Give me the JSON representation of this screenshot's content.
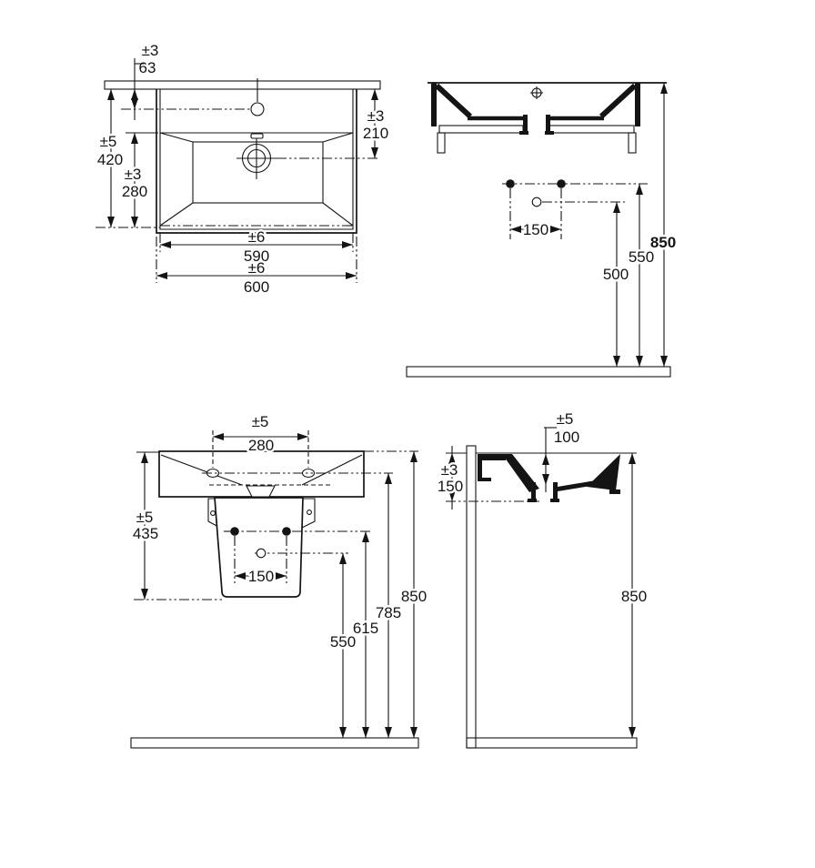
{
  "colors": {
    "ink": "#141414",
    "paper": "#ffffff"
  },
  "views": {
    "plan": {
      "dims": {
        "d63": {
          "tol": "±3",
          "val": "63"
        },
        "d420": {
          "tol": "±5",
          "val": "420"
        },
        "d280": {
          "tol": "±3",
          "val": "280"
        },
        "d210": {
          "tol": "±3",
          "val": "210"
        },
        "d590": {
          "tol": "±6",
          "val": "590"
        },
        "d600": {
          "tol": "±6",
          "val": "600"
        }
      }
    },
    "front": {
      "dims": {
        "d150": "150",
        "d500": "500",
        "d550": "550",
        "d850": "850"
      }
    },
    "elev": {
      "dims": {
        "d280": {
          "tol": "±5",
          "val": "280"
        },
        "d435": {
          "tol": "±5",
          "val": "435"
        },
        "d150": "150",
        "d550": "550",
        "d615": "615",
        "d785": "785",
        "d850": "850"
      }
    },
    "side": {
      "dims": {
        "d100": {
          "tol": "±5",
          "val": "100"
        },
        "d150": {
          "tol": "±3",
          "val": "150"
        },
        "d850": "850"
      }
    }
  }
}
